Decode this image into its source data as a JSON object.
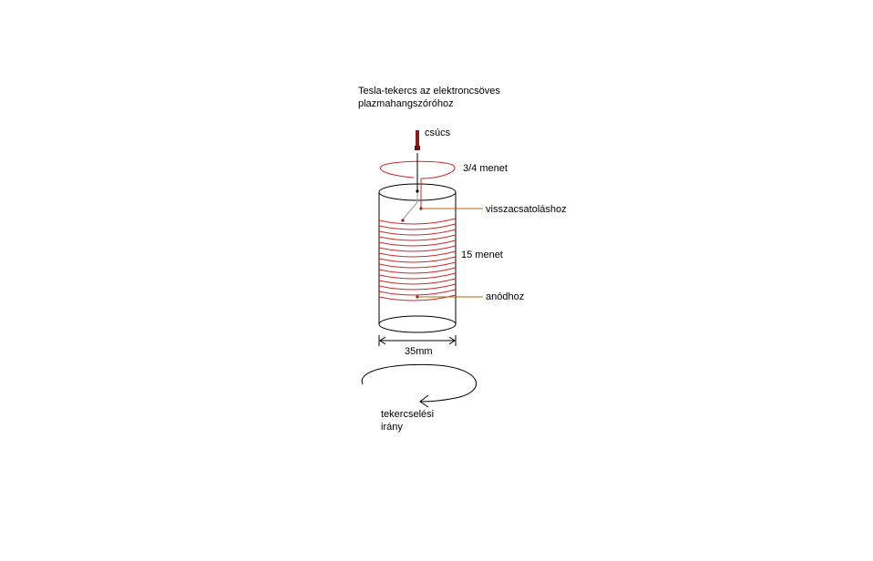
{
  "title_lines": [
    "Tesla-tekercs az elektroncsöves",
    "plazmahangszóróhoz"
  ],
  "labels": {
    "tip": "csúcs",
    "top_turns": "3/4 menet",
    "feedback": "visszacsatoláshoz",
    "main_turns": "15 menet",
    "anode": "anódhoz",
    "diameter": "35mm",
    "direction_lines": [
      "tekercselési",
      "irány"
    ]
  },
  "winding": {
    "main_turns": 15
  },
  "colors": {
    "wire": "#cc2b2b",
    "lead": "#b06a12",
    "tip": "#8b1a1a",
    "outline": "#000000"
  }
}
